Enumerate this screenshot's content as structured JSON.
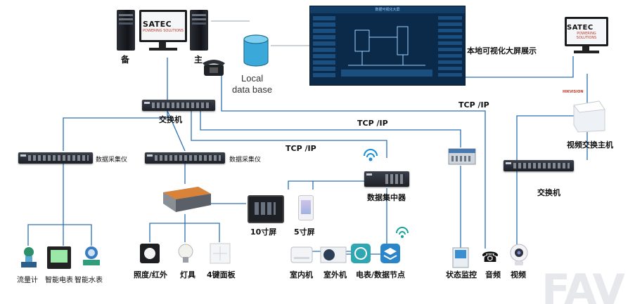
{
  "labels": {
    "backup": "备",
    "main": "主",
    "local_db": "Local\ndata base",
    "big_screen": "本地可视化大屏展示",
    "switch_top": "交换机",
    "tcpip_1": "TCP /IP",
    "tcpip_2": "TCP /IP",
    "tcpip_3": "TCP /IP",
    "collector_1": "数据采集仪",
    "collector_2": "数据采集仪",
    "data_hub": "数据集中器",
    "screen_10": "10寸屏",
    "screen_5": "5寸屏",
    "video_host": "视频交换主机",
    "switch_right": "交换机",
    "flow_meter": "流量计",
    "smart_meter": "智能电表",
    "smart_water": "智能水表",
    "lux_ir": "照度/红外",
    "lamp": "灯具",
    "panel": "4键面板",
    "indoor": "室内机",
    "outdoor": "室外机",
    "node": "电表/数据节点",
    "status": "状态监控",
    "audio": "音频",
    "video": "视频",
    "brand": "SATEC",
    "brand_sub": "POWERING SOLUTIONS",
    "nvr_brand": "HIKVISION",
    "screen_title": "数据可视化大屏"
  },
  "colors": {
    "line": "#2d6fb3",
    "gray_line": "#9aa3ad",
    "switch": "#262a31",
    "screen_bg": "#0b2a4a",
    "db": "#3aa8d8"
  },
  "icons": [
    "desktop-tower-icon",
    "monitor-icon",
    "phone-icon",
    "database-icon",
    "switch-icon",
    "wifi-icon",
    "data-hub-icon",
    "plc-icon",
    "touch-panel-icon",
    "flow-meter-icon",
    "power-meter-icon",
    "water-meter-icon",
    "light-sensor-icon",
    "lamp-icon",
    "wall-panel-icon",
    "ac-indoor-icon",
    "ac-outdoor-icon",
    "node-icon",
    "status-panel-icon",
    "telephone-icon",
    "camera-icon",
    "nvr-icon"
  ]
}
